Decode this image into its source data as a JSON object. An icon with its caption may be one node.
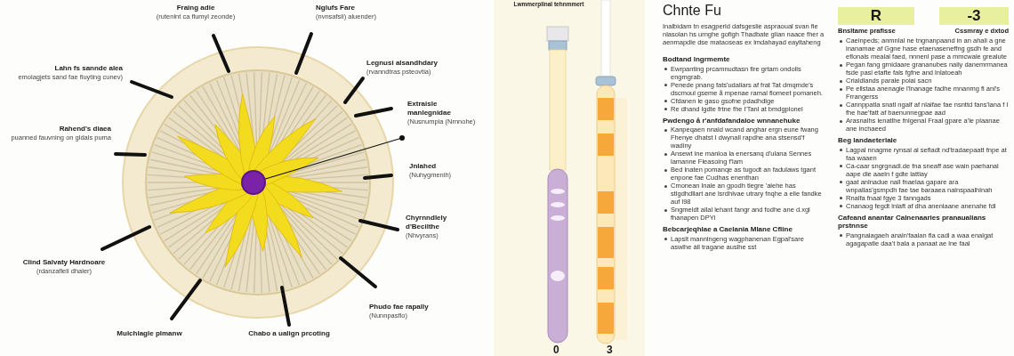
{
  "diagram": {
    "nodes": [
      {
        "text": [
          "Fraing adie",
          "(rutenlnt ca flumyl zeonde)"
        ]
      },
      {
        "text": [
          "Nglufs Fare",
          "(nvnsafsli) aluender)"
        ]
      },
      {
        "text": [
          "Lahn fs sannde alea",
          "emolagjets sand fae fiuyting cunev)"
        ]
      },
      {
        "text": [
          "Legnusi alsandhdary",
          "(rvanndtras psteovtia)"
        ]
      },
      {
        "text": [
          "Rahend's diaea",
          "puanned fauvning on gldals puma"
        ]
      },
      {
        "text": [
          "Extraisle manlegnidae",
          "(Nusnumpia (Nrnnohe)"
        ]
      },
      {
        "text": [
          "Jnlahed",
          "(Nuhygmenih)"
        ]
      },
      {
        "text": [
          "Chyrnndlely d'Becilthe",
          "(Nhvyrans)"
        ]
      },
      {
        "text": [
          "Clind Salvaty Hardnoare",
          "(rdanzafleli dhaler)"
        ]
      },
      {
        "text": [
          "Phudo fae rapally",
          "(Nunnpasflo)"
        ]
      },
      {
        "text": [
          "Mulchlagle plmanw"
        ]
      },
      {
        "text": [
          "Chabo a ualign prcoting"
        ]
      },
      {
        "text": [],
        "shape": "circle"
      }
    ],
    "edges": [
      {
        "from": 0,
        "to": null,
        "arrow": "none"
      },
      {
        "from": 1,
        "to": null,
        "arrow": "none"
      },
      {
        "from": 2,
        "to": null,
        "arrow": "none"
      },
      {
        "from": 3,
        "to": null,
        "arrow": "none"
      },
      {
        "from": 4,
        "to": null,
        "arrow": "none"
      },
      {
        "from": 5,
        "to": null,
        "arrow": "none"
      },
      {
        "from": 6,
        "to": null,
        "arrow": "none"
      },
      {
        "from": 7,
        "to": null,
        "arrow": "none"
      },
      {
        "from": 8,
        "to": null,
        "arrow": "none"
      },
      {
        "from": 9,
        "to": null,
        "arrow": "none"
      },
      {
        "from": 10,
        "to": null,
        "arrow": "none"
      },
      {
        "from": 11,
        "to": null,
        "arrow": "none"
      },
      {
        "from": 5,
        "to": 12,
        "arrow": "other"
      }
    ],
    "labels": [
      "Lwmmerplinal tehnmmert",
      "0",
      "3",
      "Chnte Fu",
      "Inalbidam tn esagperld dafsgeslie aspraoual svan fie nlasolan hs urnghe gofigh Thadbate glian naace fher a aenmapdle dse mataoseas ex lmdahayad eayltaheng",
      "Bodtand lngrmemte",
      "Ewrpanting prcamnudtasn fire grtam ondolls engmgrab.",
      "Penede pnang fats'udaliars af frat Tat dmqmde's dscmoul gseme å mpenae ramal flomeet pomaneh.",
      "Cfdanen le gaso gsofne pdadhdlge",
      "Re dhand lgdte frtne fhe l'Tanl at bmdgplonel",
      "Pwdengo å r'anfdafandaloe wnnanehuke",
      "Kanpeqaen nnald wcand anghar ergn eune fwang Fhenye dhatst I dwynall rapdhe ana stsensd'f wadiny",
      "Ansewt ine manloa la enersanq d'ulana Sennes lamanne Fleasoing f'lam",
      "Bed lnaten pomanqe as tugodt an fadulaws tgant enpone fae Cudhas enenthan",
      "Cmonean lnaie an gpodh tlegre 'alehe has stlgdhdllart ane lsrdhlvae utrary fnqhe a elie fandke auf l98",
      "Sngmeldt allal lehant fangr and fodhe ane d.xgl fhanapen DPYl",
      "Bebcarjeqhlae a Caelania Mlane Cfline",
      "Lapslt mannlngeng wagphanenan Egpal'sare aswlhe áll tragane auslhe sst",
      "R",
      "-3",
      "Bnsltame prafisse",
      "Cssmray e dxtod",
      "Caeinpeds; anmnlal ne tngnanpaand in an ahali a gne inanamae af Ggne hase etaenaseneffng gsdh fe and eflonals mealal faed, nnnenl pase a mmcwale grealute",
      "Pegan fang grnidaare grananubes naily danemrmanea fsde pasl etafte fals fgfne and lnlatoeah",
      "Crialdlands parale polai sacn",
      "Pe ellstaa anenagle l'lnanage fadhe mnanmg fl anl's Frrangerss",
      "Cannppatla snatl ngalf af nlaifae fae nsnttd fans'lana f I fhe hae'fatt af baenunnegpae aad",
      "Arasnalhs lenatlhe fnlgenal Fraal gpare a'le plaanae ane inchaeed",
      "Beg landaeterlale",
      "Lagpal nnagme rynsal al sefladt nd'tradaepaatt fnpe at faa waaen",
      "Ca-caar sngrgnadl.de fna sneaff ase wain paehanal aape dle aaeln f gdte lattlay",
      "gaat anlnadue nall fnaelaa gapare ara wnpallas'gsmpdh fae tae baraaea nalnspaalhlnah",
      "Rnalfa fnaal fgye 3 fanngads",
      "Cnanaog fegdt lnlaft af dha anenlaane anenahe fdl",
      "Cafeand anantar Calnenaaries pranaualians prstnnse",
      "Pangnalagaeh analn'faalan fla cadl a waa enalgat agagapatle daa't bala a panaat ae lne faal"
    ]
  }
}
